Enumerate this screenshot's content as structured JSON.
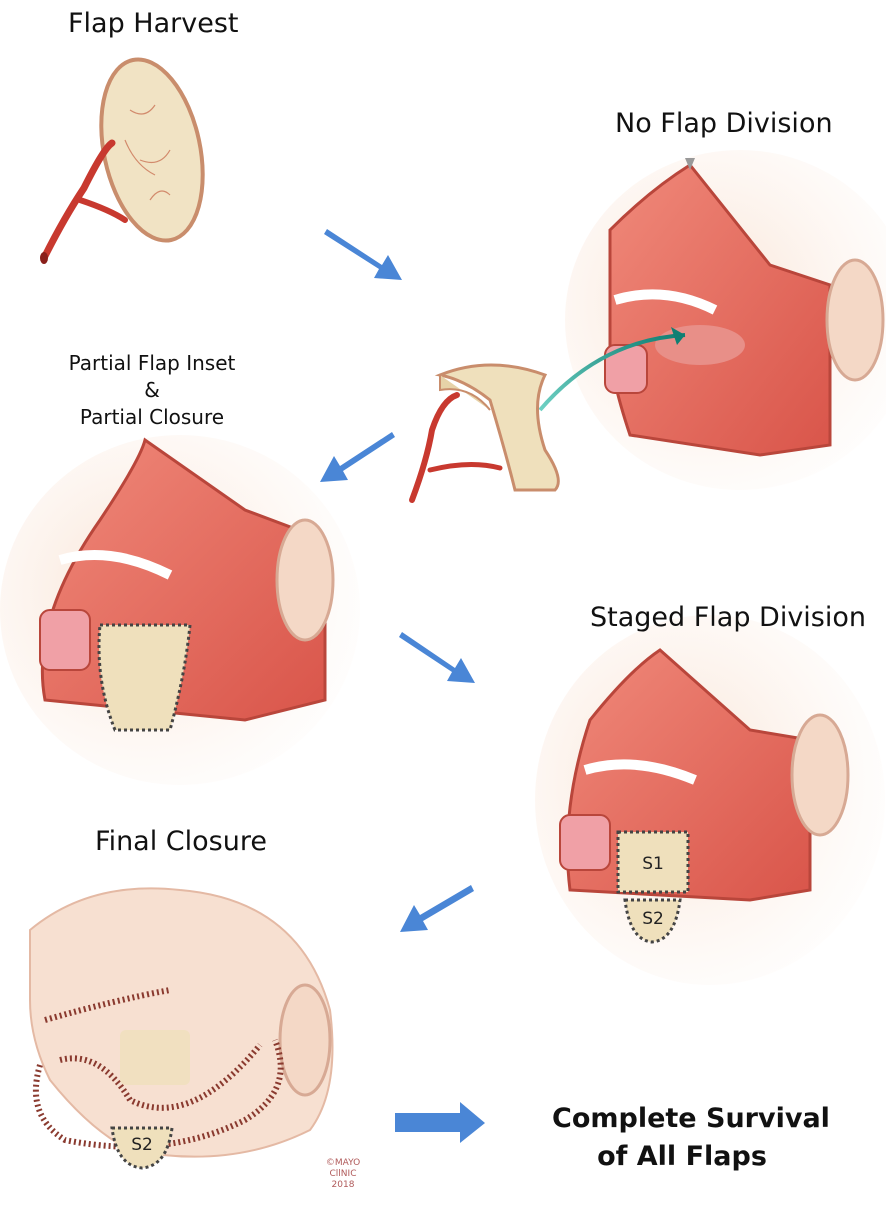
{
  "stages": {
    "flap_harvest": "Flap Harvest",
    "no_flap_division": "No Flap Division",
    "partial_inset_line1": "Partial Flap Inset",
    "partial_inset_line2": "&",
    "partial_inset_line3": "Partial Closure",
    "staged_flap_division": "Staged Flap Division",
    "final_closure": "Final Closure"
  },
  "outcome": {
    "line1": "Complete Survival",
    "line2": "of All Flaps"
  },
  "flap_segments": {
    "s1": "S1",
    "s2": "S2",
    "s2_final": "S2"
  },
  "copyright": {
    "line1": "©MAYO",
    "line2": "CllNIC",
    "line3": "2018"
  },
  "colors": {
    "arrow_blue": "#4a86d6",
    "flap_tan": "#efe3c4",
    "muscle_red": "#e0655a",
    "skin": "#f6dccb",
    "vessel": "#c8392f",
    "teal_arrow": "#17998a"
  }
}
